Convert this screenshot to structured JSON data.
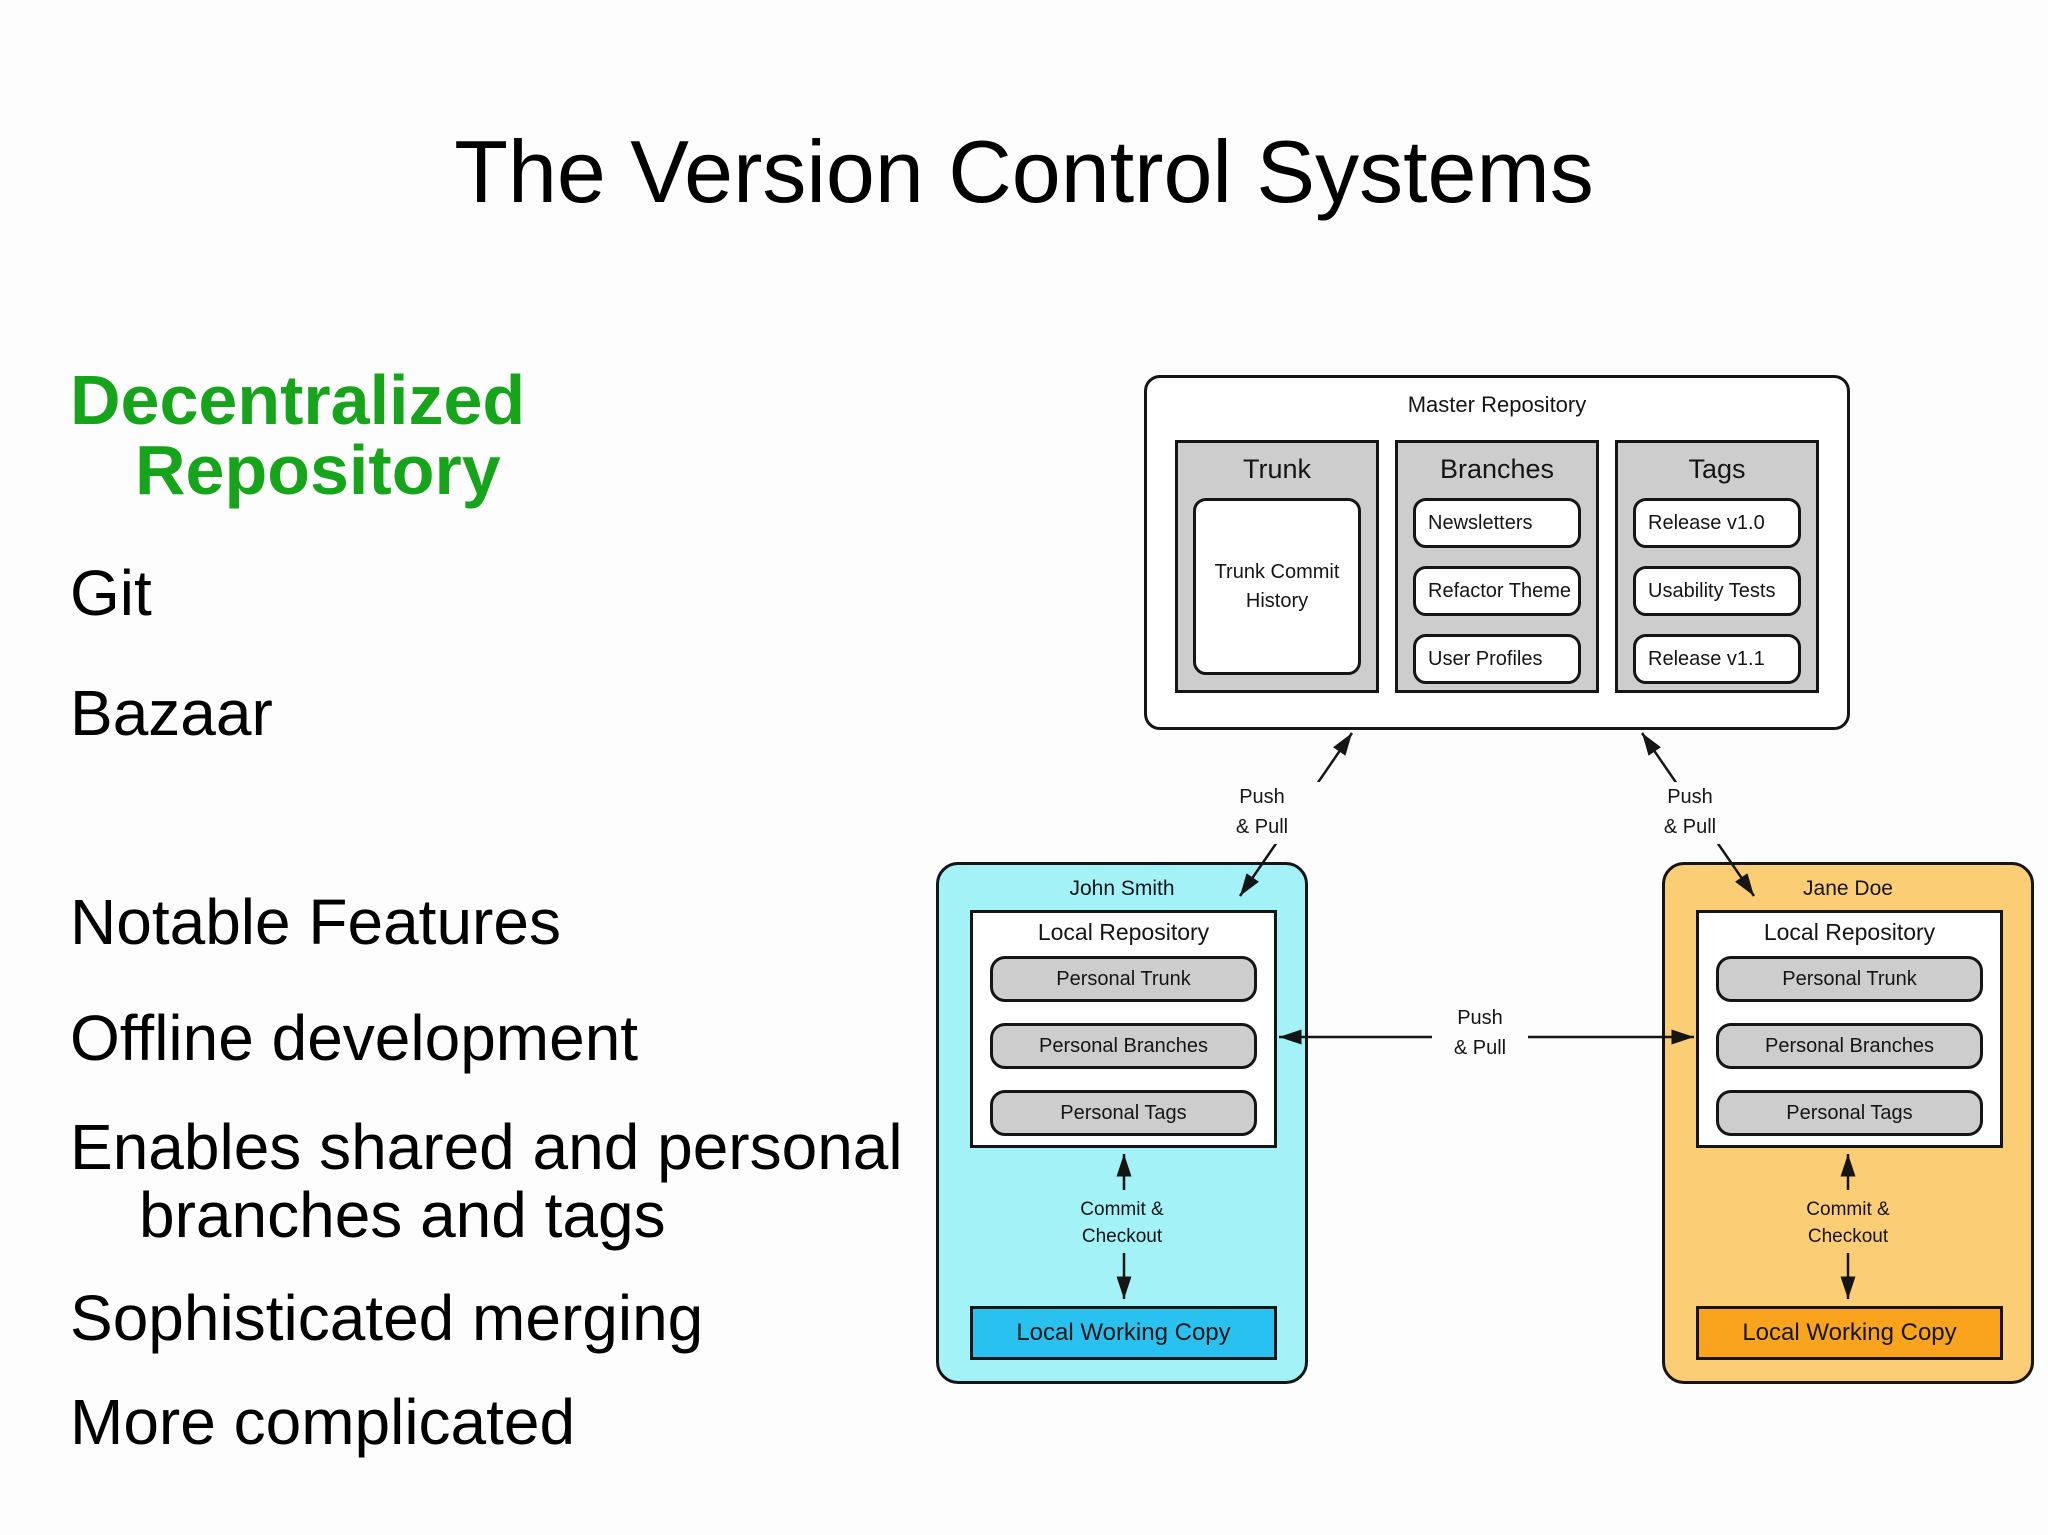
{
  "slide": {
    "title": "The Version Control Systems",
    "left_panel": {
      "heading_line1": "Decentralized",
      "heading_line2": "Repository",
      "vcs_items": [
        "Git",
        "Bazaar"
      ],
      "subheading": "Notable Features",
      "features": [
        "Offline development",
        "Enables shared and personal",
        "branches and tags",
        "Sophisticated merging",
        "More complicated"
      ]
    }
  },
  "diagram": {
    "master": {
      "title": "Master Repository",
      "columns": [
        {
          "title": "Trunk",
          "items": [
            "Trunk Commit History"
          ]
        },
        {
          "title": "Branches",
          "items": [
            "Newsletters",
            "Refactor Theme",
            "User Profiles"
          ]
        },
        {
          "title": "Tags",
          "items": [
            "Release v1.0",
            "Usability Tests",
            "Release v1.1"
          ]
        }
      ]
    },
    "locals": [
      {
        "owner": "John Smith",
        "repo_title": "Local Repository",
        "items": [
          "Personal Trunk",
          "Personal Branches",
          "Personal Tags"
        ],
        "working_copy": "Local Working Copy"
      },
      {
        "owner": "Jane Doe",
        "repo_title": "Local Repository",
        "items": [
          "Personal Trunk",
          "Personal Branches",
          "Personal Tags"
        ],
        "working_copy": "Local Working Copy"
      }
    ],
    "labels": {
      "push": "Push",
      "pull": "& Pull",
      "commit_line1": "Commit &",
      "commit_line2": "Checkout"
    }
  },
  "colors": {
    "heading-green": "#16a51a",
    "john-bg": "#a2f2f8",
    "john-accent": "#29c2f0",
    "jane-bg": "#fbcd74",
    "jane-accent": "#f9a41c",
    "box-gray": "#cdcdcd"
  }
}
